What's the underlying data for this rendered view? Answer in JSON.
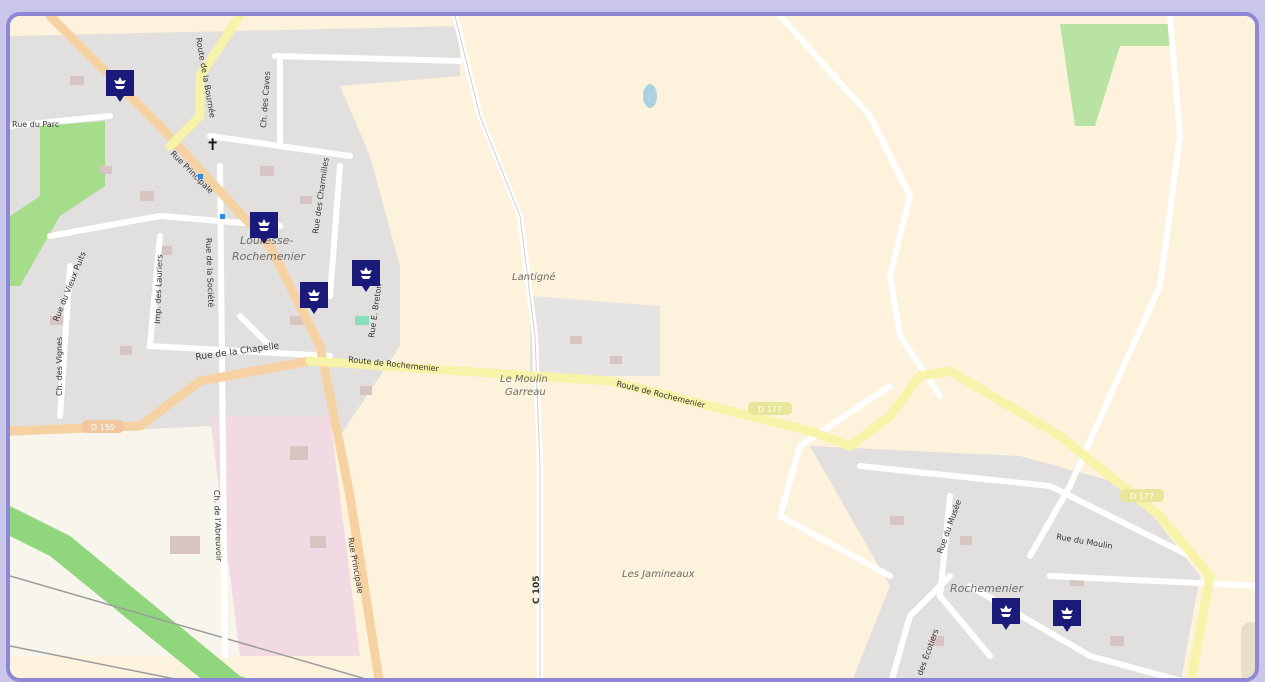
{
  "map": {
    "street_labels": {
      "rue_du_parc": "Rue du Parc",
      "route_de_la_bournee": "Route de la Bournée",
      "ch_des_caves": "Ch. des Caves",
      "rue_principale_north": "Rue Principale",
      "rue_des_charmilles": "Rue des Charmilles",
      "rue_du_vieux_puits": "Rue du Vieux Puits",
      "imp_des_lauriers": "Imp. des Lauriers",
      "rue_de_la_societe": "Rue de la Société",
      "rue_e_breton": "Rue E. Breton",
      "ch_des_vignes": "Ch. des Vignes",
      "rue_de_la_chapelle": "Rue de la Chapelle",
      "route_de_rochemenier_west": "Route de Rochemenier",
      "route_de_rochemenier_east": "Route de Rochemenier",
      "ch_de_l_abreuvoir": "Ch. de l'Abreuvoir",
      "rue_principale_south": "Rue Principale",
      "c105": "C 105",
      "rue_du_moulin": "Rue du Moulin",
      "rue_du_musee": "Rue du Musée",
      "rue_des_ecotiers": "des Écotiers"
    },
    "place_labels": {
      "louresse": "Louresse-",
      "louresse2": "Rochemenier",
      "lantigne": "Lantigné",
      "moulin1": "Le Moulin",
      "moulin2": "Garreau",
      "jamineaux": "Les Jamineaux",
      "rochemenier": "Rochemenier"
    },
    "road_shields": {
      "d159": "D 159",
      "d177_a": "D 177",
      "d177_b": "D 177"
    },
    "church_symbol": "✝",
    "marker_icon": "flower-pin-icon",
    "colors": {
      "marker": "#1a1a7a",
      "frame": "#8c88d6",
      "land": "#fdf2dc",
      "residential": "#e0dfdf",
      "park": "#a6dd8b",
      "motorway": "#8fd67c",
      "yellow_road": "#f8f5b0",
      "orange_road": "#f6d6a6"
    }
  }
}
